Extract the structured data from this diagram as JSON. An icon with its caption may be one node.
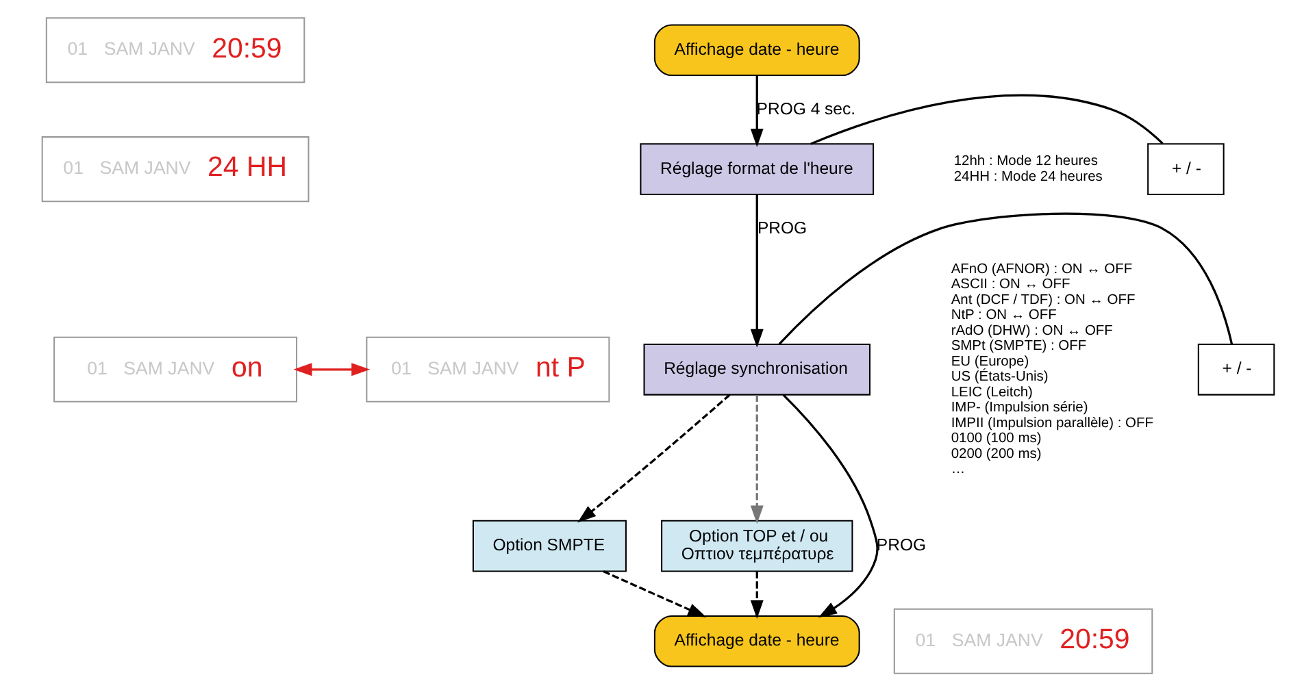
{
  "diagram": {
    "nodes": [
      {
        "text": [
          "01",
          "SAM JANV",
          "20:59"
        ]
      },
      {
        "text": [
          "01",
          "SAM JANV",
          "24 HH"
        ]
      },
      {
        "text": [
          "01",
          "SAM JANV",
          "nt P"
        ]
      },
      {
        "text": [
          "01",
          "SAM JANV",
          "on"
        ]
      },
      {
        "text": [
          "Affichage date - heure"
        ]
      },
      {
        "text": [
          "+ / -"
        ]
      },
      {
        "text": [
          "Réglage format de l'heure"
        ],
        "beside": [
          "12hh : Mode 12 heures",
          "24HH : Mode 24 heures"
        ]
      },
      {
        "text": [
          "+ / -"
        ]
      },
      {
        "text": [
          "Réglage synchronisation"
        ],
        "beside": [
          "AFnO (AFNOR) : ON ↔ OFF",
          "ASCII : ON ↔ OFF",
          "Ant (DCF / TDF) : ON ↔ OFF",
          "NtP : ON ↔ OFF",
          "rAdO (DHW) : ON ↔ OFF",
          "SMPt (SMPTE) : OFF",
          "EU (Europe)",
          "US (États-Unis)",
          "LEIC (Leitch)",
          "IMP- (Impulsion série)",
          "IMPII (Impulsion parallèle) : OFF",
          "0100 (100 ms)",
          "0200 (200 ms)",
          "…"
        ]
      },
      {
        "text": [
          "Option SMPTE"
        ]
      },
      {
        "text": [
          "Option TOP et / ou",
          "Οπτιον τεμπέρατυρε"
        ]
      },
      {
        "text": [
          "Affichage date - heure"
        ]
      },
      {
        "text": [
          "01",
          "SAM JANV",
          "20:59"
        ]
      }
    ],
    "edges": [
      {
        "from": 4,
        "to": 6,
        "arrow": "to",
        "label": "PROG 4 sec."
      },
      {
        "from": 5,
        "to": 6,
        "arrow": "none"
      },
      {
        "from": 6,
        "to": 8,
        "arrow": "to",
        "label": "PROG"
      },
      {
        "from": 7,
        "to": 8,
        "arrow": "none"
      },
      {
        "from": 2,
        "to": 3,
        "arrow": "both",
        "color": "#e02020"
      },
      {
        "from": 8,
        "to": 11,
        "arrow": "to",
        "label": "PROG"
      },
      {
        "from": 8,
        "to": 9,
        "arrow": "to",
        "style": "dashed"
      },
      {
        "from": 9,
        "to": 11,
        "arrow": "to",
        "style": "dashed"
      },
      {
        "from": 8,
        "to": 10,
        "arrow": "to",
        "style": "dashed",
        "color": "#777777"
      },
      {
        "from": 10,
        "to": 11,
        "arrow": "to",
        "style": "dashed"
      }
    ]
  }
}
